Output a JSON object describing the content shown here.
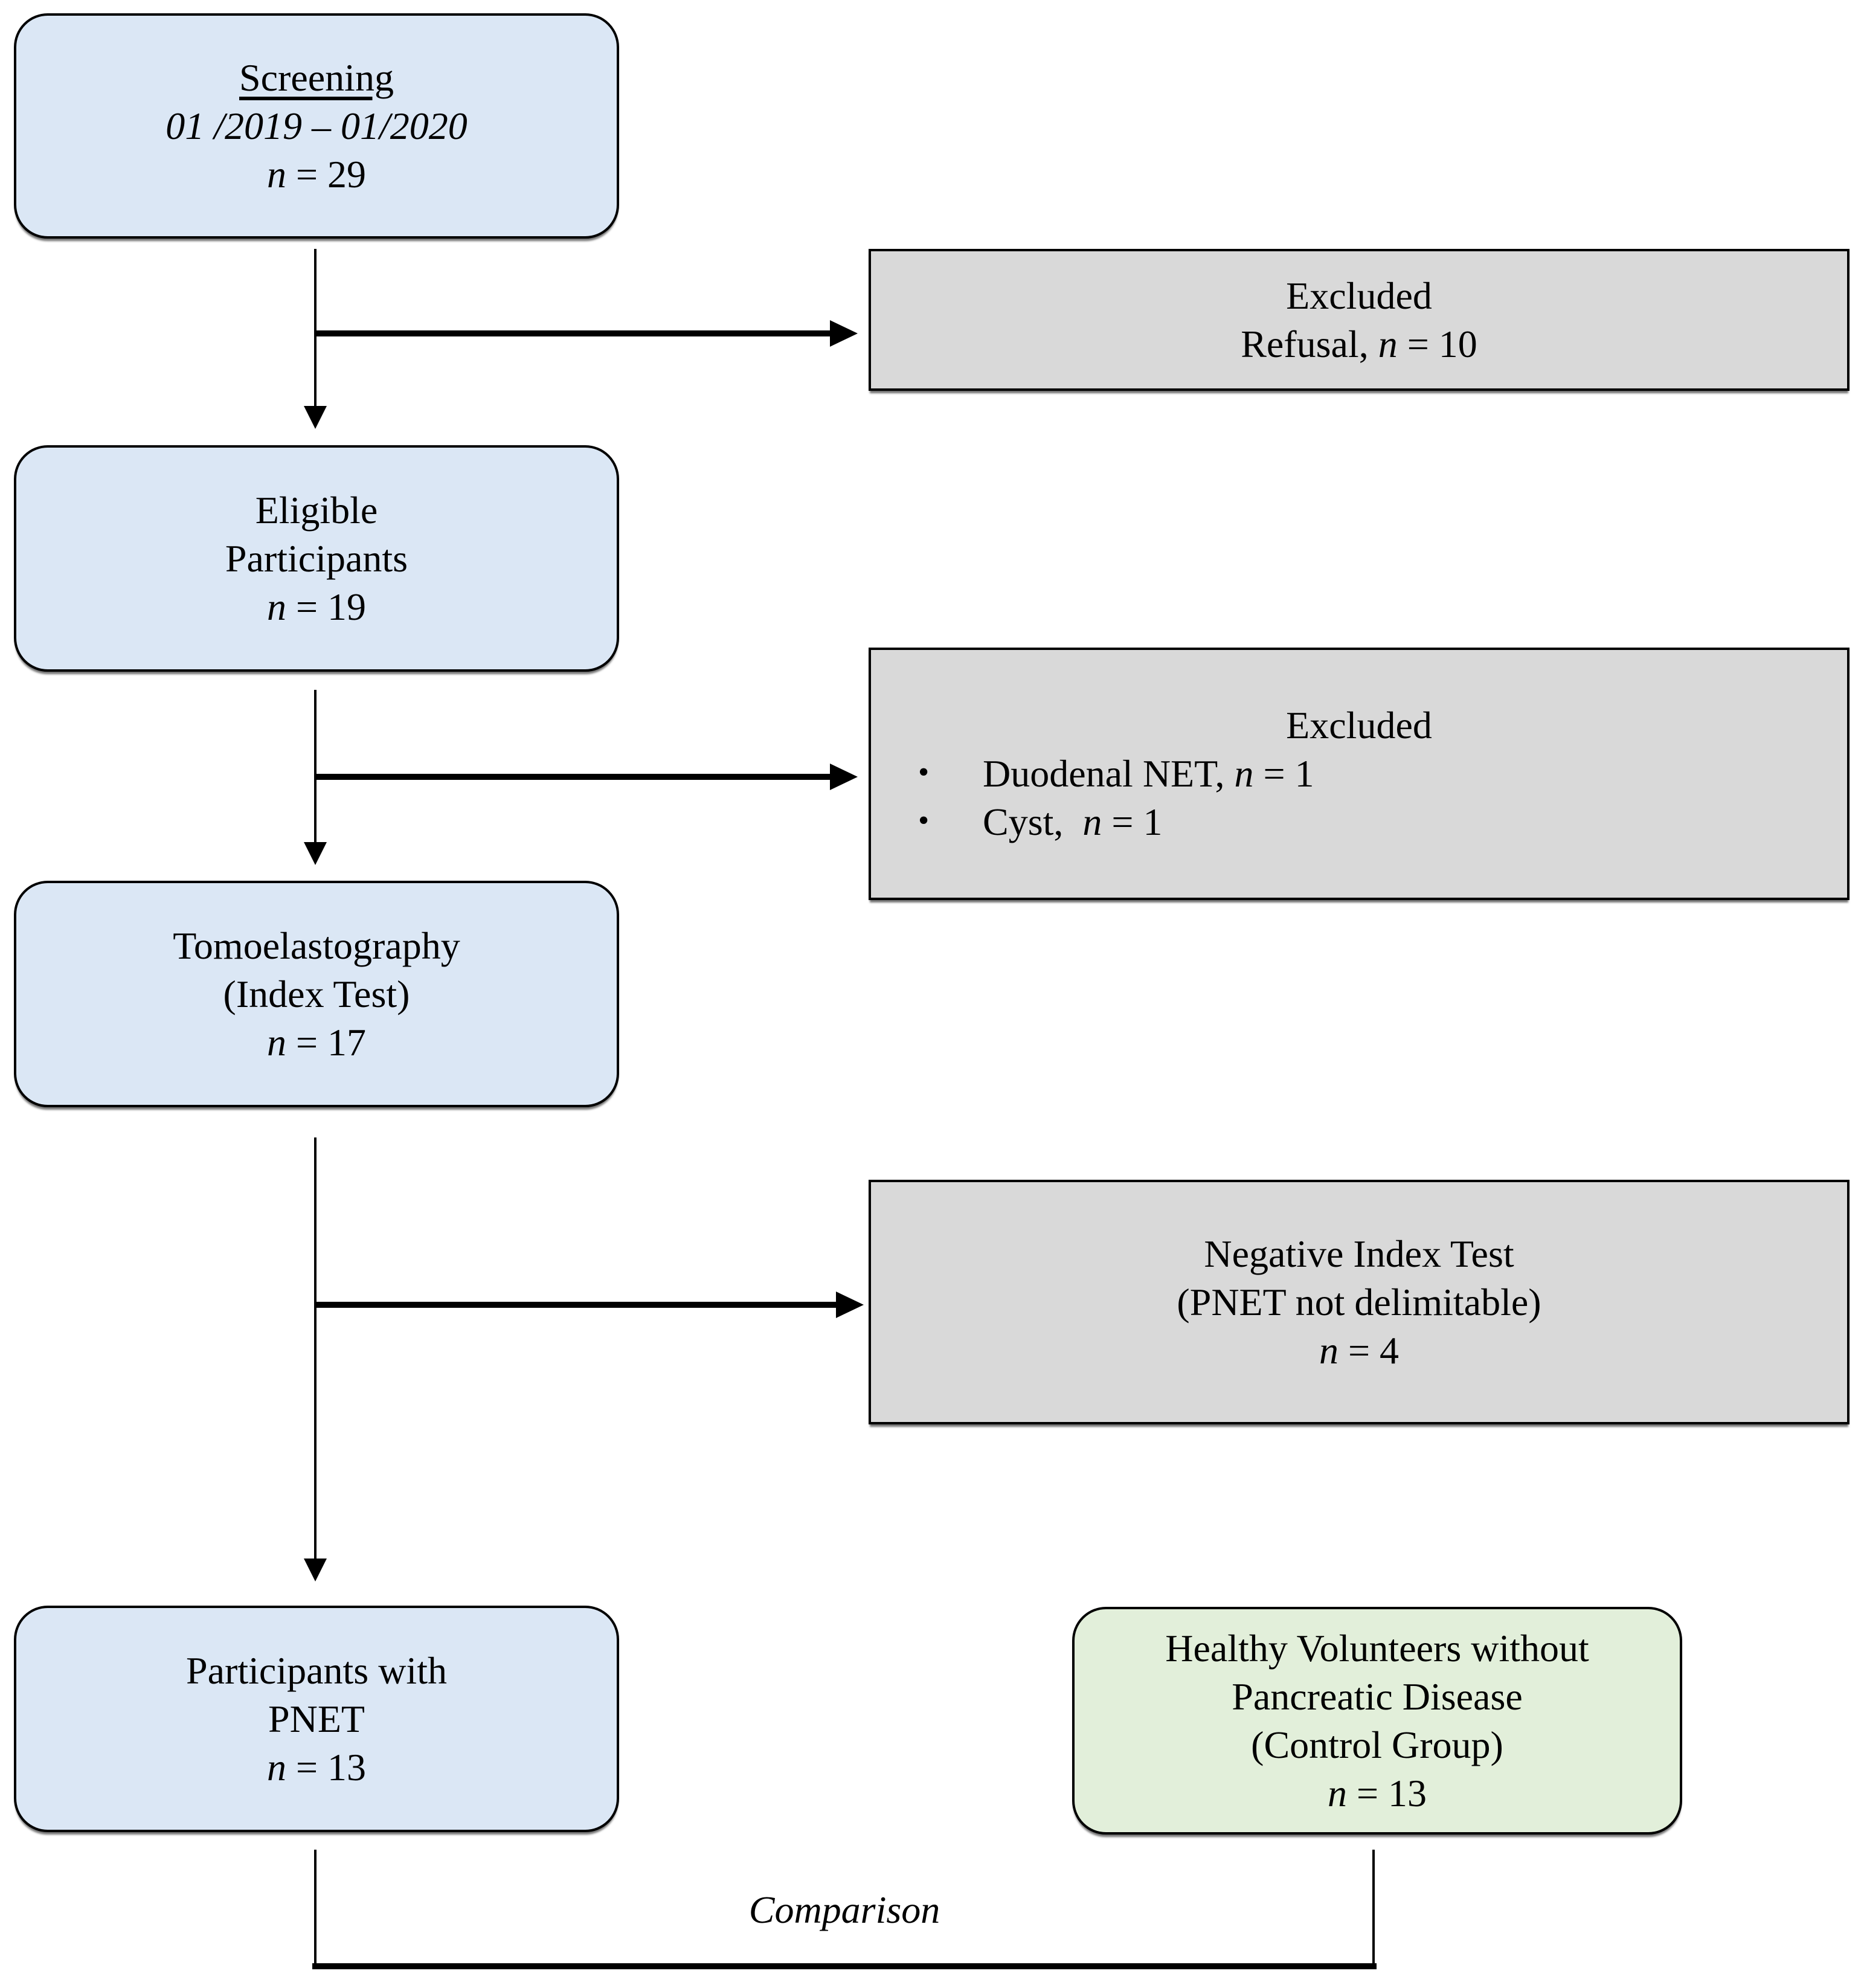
{
  "colors": {
    "process_fill": "#dbe7f5",
    "excluded_fill": "#d9d9d9",
    "control_fill": "#e2efda",
    "border": "#000000",
    "line": "#000000"
  },
  "bullet_glyph": "•",
  "flow": {
    "screening": {
      "title": "Screening",
      "period": "01 /2019 – 01/2020",
      "n_var": "n",
      "n_eq": " = 29"
    },
    "excluded_refusal": {
      "title": "Excluded",
      "reason_pre": "Refusal, ",
      "n_var": "n",
      "n_eq": " = 10"
    },
    "eligible": {
      "line1": "Eligible",
      "line2": "Participants",
      "n_var": "n",
      "n_eq": " = 19"
    },
    "excluded_eligibility": {
      "title": "Excluded",
      "bullets": [
        {
          "pre": "Duodenal NET, ",
          "n_var": "n",
          "n_eq": " = 1"
        },
        {
          "pre": "Cyst,  ",
          "n_var": "n",
          "n_eq": " = 1"
        }
      ]
    },
    "tomoelastography": {
      "line1": "Tomoelastography",
      "line2": "(Index Test)",
      "n_var": "n",
      "n_eq": " = 17"
    },
    "negative_index_test": {
      "line1": "Negative Index Test",
      "line2": "(PNET not delimitable)",
      "n_var": "n",
      "n_eq": " = 4"
    },
    "pnet_group": {
      "line1": "Participants with",
      "line2": "PNET",
      "n_var": "n",
      "n_eq": " = 13"
    },
    "control_group": {
      "line1": "Healthy Volunteers without",
      "line2": "Pancreatic Disease",
      "line3": "(Control Group)",
      "n_var": "n",
      "n_eq": " = 13"
    },
    "comparison_label": "Comparison"
  }
}
